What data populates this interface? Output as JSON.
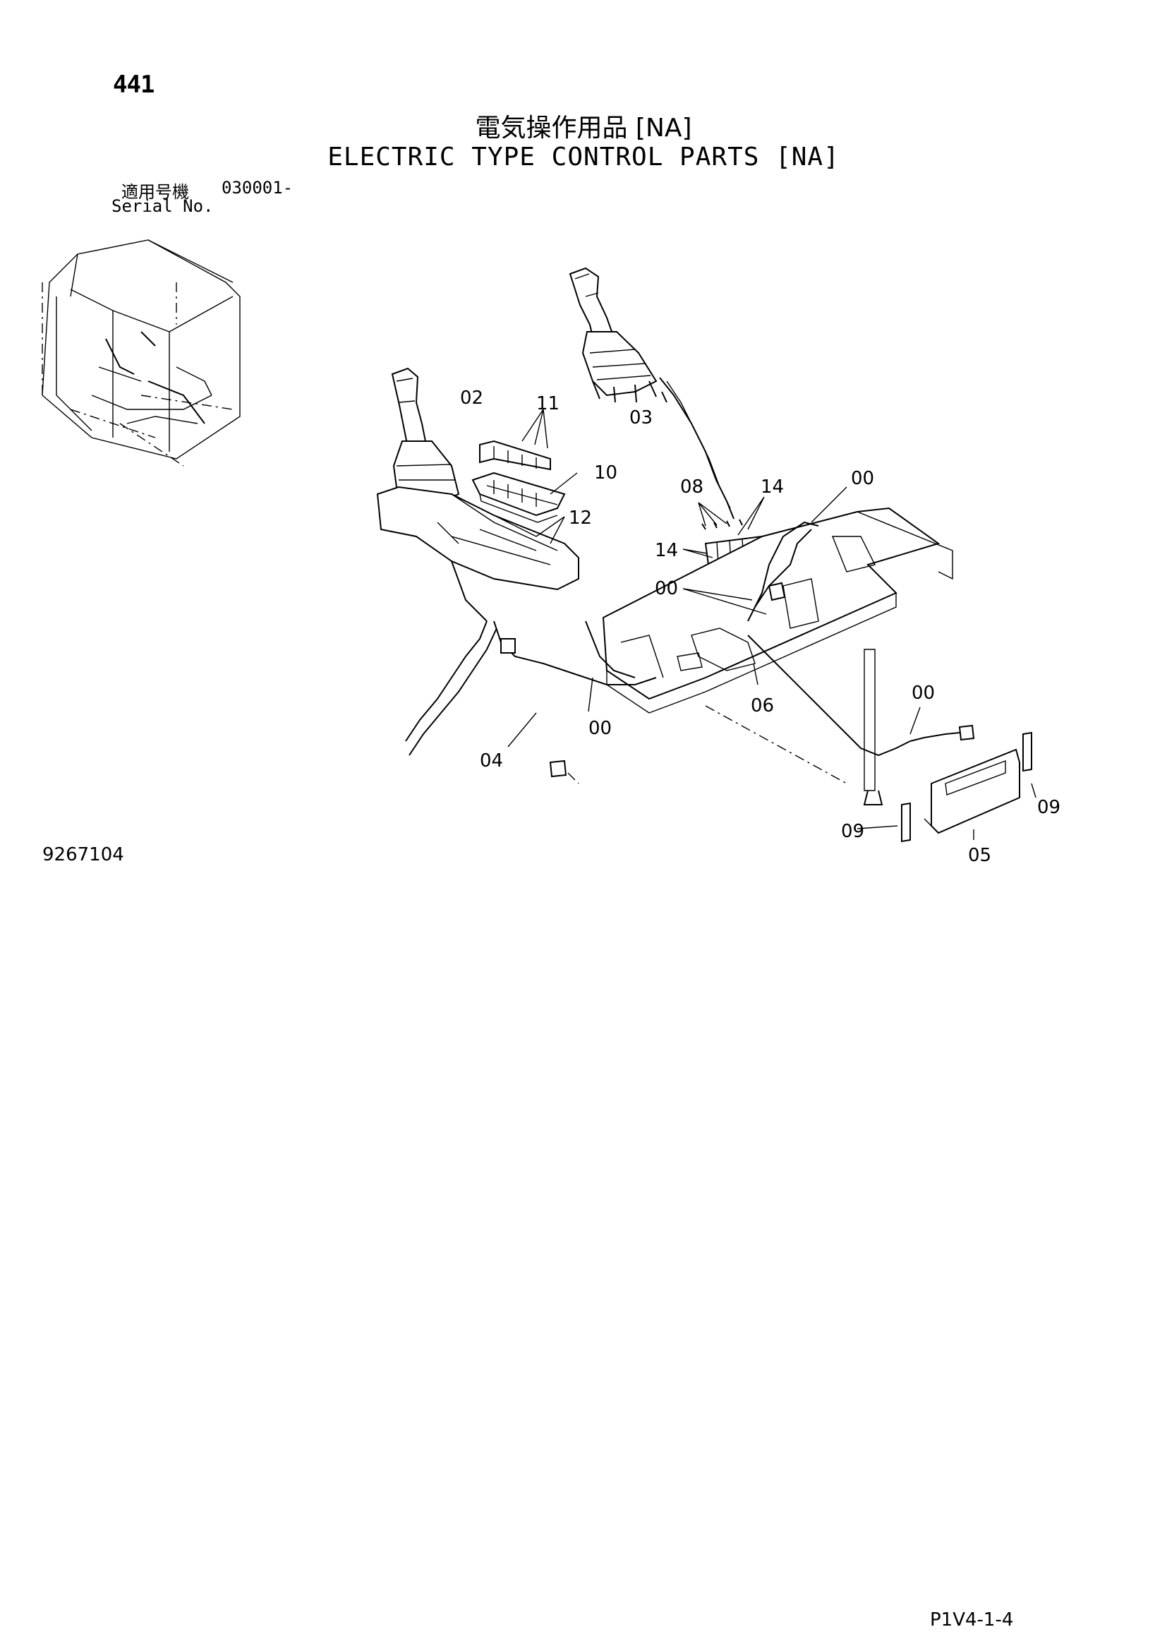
{
  "page": {
    "number": "441",
    "title_jp": "電気操作用品 [NA]",
    "title_en": "ELECTRIC TYPE CONTROL PARTS [NA]",
    "serial_label_jp": "適用号機",
    "serial_value": "030001-",
    "serial_label_en": "Serial No.",
    "figure_number": "9267104",
    "page_ref": "P1V4-1-4"
  },
  "callouts": {
    "c02": "02",
    "c11": "11",
    "c03": "03",
    "c10": "10",
    "c08": "08",
    "c14a": "14",
    "c00a": "00",
    "c12": "12",
    "c14b": "14",
    "c00b": "00",
    "c06": "06",
    "c00c": "00",
    "c00d": "00",
    "c04": "04",
    "c09a": "09",
    "c09b": "09",
    "c05": "05"
  }
}
